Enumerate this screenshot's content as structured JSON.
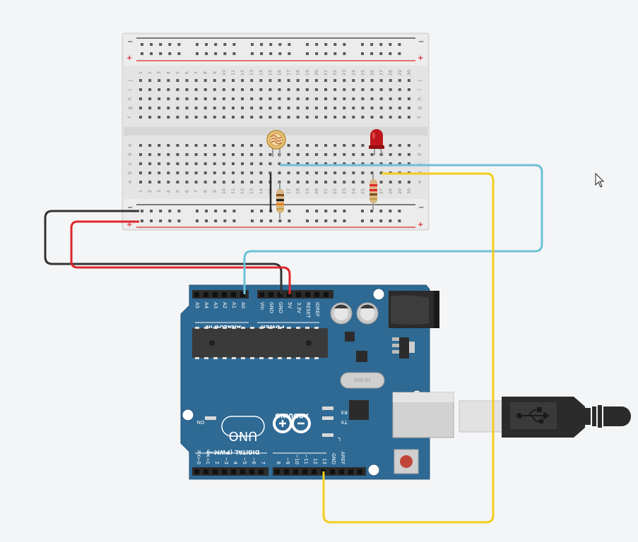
{
  "breadboard": {
    "columns": [
      "1",
      "2",
      "3",
      "4",
      "5",
      "6",
      "7",
      "8",
      "9",
      "10",
      "11",
      "12",
      "13",
      "14",
      "15",
      "16",
      "17",
      "18",
      "19",
      "20",
      "21",
      "22",
      "23",
      "24",
      "25",
      "26",
      "27",
      "28",
      "29",
      "30"
    ],
    "rows_top": [
      "j",
      "i",
      "h",
      "g",
      "f"
    ],
    "rows_bottom": [
      "e",
      "d",
      "c",
      "b",
      "a"
    ],
    "rail_minus": "−",
    "rail_plus": "+"
  },
  "arduino": {
    "header_analog_pins": [
      "A5",
      "A4",
      "A3",
      "A2",
      "A1",
      "A0"
    ],
    "analog_label": "ANALOG IN",
    "header_power_pins": [
      "Vin",
      "GND",
      "GND",
      "5V",
      "3.3V",
      "RESET",
      "IOREF"
    ],
    "power_label": "POWER",
    "digital_pins_right": [
      "AREF",
      "GND",
      "13",
      "12",
      "~11",
      "~10",
      "~9",
      "8"
    ],
    "digital_pins_left": [
      "7",
      "~6",
      "~5",
      "4",
      "~3",
      "2",
      "TX→1",
      "RX←0"
    ],
    "digital_label": "DIGITAL (PWM~)",
    "brand": "ARDUINO",
    "model": "UNO",
    "on_label": "ON",
    "tx_label": "TX",
    "rx_label": "RX",
    "l_label": "L",
    "crystal_label": "16.000"
  },
  "colors": {
    "board_blue": "#2f6a94",
    "wire_black": "#333333",
    "wire_red": "#e0262b",
    "wire_blue": "#6cc1d6",
    "wire_yellow": "#f2cd1e",
    "led_red": "#c0161b"
  },
  "icons": {
    "cursor": "mouse-pointer-icon",
    "usb": "usb-symbol-icon"
  }
}
